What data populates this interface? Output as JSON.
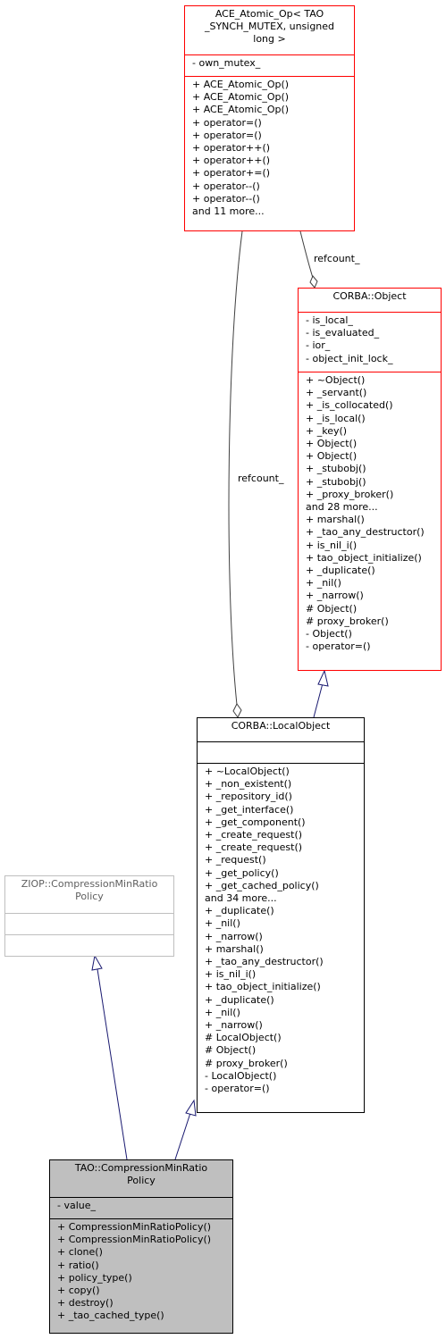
{
  "classes": {
    "ace_atomic_op": {
      "title": "ACE_Atomic_Op< TAO\n_SYNCH_MUTEX, unsigned\nlong >",
      "attributes": [
        "- own_mutex_"
      ],
      "methods": [
        "+ ACE_Atomic_Op()",
        "+ ACE_Atomic_Op()",
        "+ ACE_Atomic_Op()",
        "+ operator=()",
        "+ operator=()",
        "+ operator++()",
        "+ operator++()",
        "+ operator+=()",
        "+ operator--()",
        "+ operator--()",
        "and 11 more..."
      ]
    },
    "corba_object": {
      "title": "CORBA::Object",
      "attributes": [
        "- is_local_",
        "- is_evaluated_",
        "- ior_",
        "- object_init_lock_"
      ],
      "methods": [
        "+ ~Object()",
        "+ _servant()",
        "+ _is_collocated()",
        "+ _is_local()",
        "+ _key()",
        "+ Object()",
        "+ Object()",
        "+ _stubobj()",
        "+ _stubobj()",
        "+ _proxy_broker()",
        "and 28 more...",
        "+ marshal()",
        "+ _tao_any_destructor()",
        "+ is_nil_i()",
        "+ tao_object_initialize()",
        "+ _duplicate()",
        "+ _nil()",
        "+ _narrow()",
        "# Object()",
        "# proxy_broker()",
        "- Object()",
        "- operator=()"
      ]
    },
    "corba_localobject": {
      "title": "CORBA::LocalObject",
      "attributes": [],
      "methods": [
        "+ ~LocalObject()",
        "+ _non_existent()",
        "+ _repository_id()",
        "+ _get_interface()",
        "+ _get_component()",
        "+ _create_request()",
        "+ _create_request()",
        "+ _request()",
        "+ _get_policy()",
        "+ _get_cached_policy()",
        "and 34 more...",
        "+ _duplicate()",
        "+ _nil()",
        "+ _narrow()",
        "+ marshal()",
        "+ _tao_any_destructor()",
        "+ is_nil_i()",
        "+ tao_object_initialize()",
        "+ _duplicate()",
        "+ _nil()",
        "+ _narrow()",
        "# LocalObject()",
        "# Object()",
        "# proxy_broker()",
        "- LocalObject()",
        "- operator=()"
      ]
    },
    "ziop_policy": {
      "title": "ZIOP::CompressionMinRatio\nPolicy",
      "attributes": [],
      "methods": []
    },
    "tao_policy": {
      "title": "TAO::CompressionMinRatio\nPolicy",
      "attributes": [
        "- value_"
      ],
      "methods": [
        "+ CompressionMinRatioPolicy()",
        "+ CompressionMinRatioPolicy()",
        "+ clone()",
        "+ ratio()",
        "+ policy_type()",
        "+ copy()",
        "+ destroy()",
        "+ _tao_cached_type()"
      ]
    }
  },
  "edge_labels": {
    "refcount_object": "refcount_",
    "refcount_localobject": "refcount_"
  },
  "colors": {
    "inheritance": "#191970",
    "composition": "#404040",
    "template_border": "#ff0000",
    "external_border": "#bfbfbf",
    "selected_fill": "#bfbfbf"
  }
}
